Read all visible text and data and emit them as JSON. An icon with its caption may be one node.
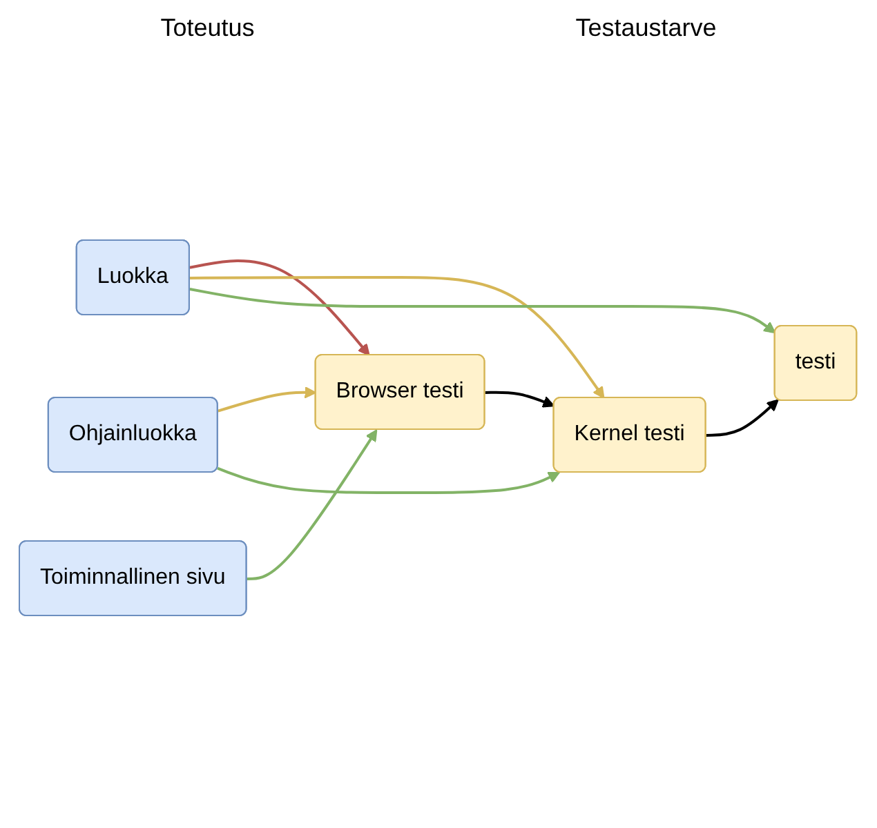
{
  "diagram": {
    "nodes": [
      {
        "text": [
          "Toiminnallinen sivu"
        ]
      },
      {
        "text": [
          "Ohjainluokka"
        ]
      },
      {
        "text": [
          "Luokka"
        ]
      },
      {
        "text": [
          "Browser testi"
        ]
      },
      {
        "text": [
          "Kernel testi"
        ]
      },
      {
        "text": [
          "testi"
        ]
      }
    ],
    "edges": [
      {
        "from": 0,
        "to": 3,
        "arrow": "to",
        "color": "#82b366"
      },
      {
        "from": 1,
        "to": 3,
        "arrow": "to",
        "color": "#d6b656"
      },
      {
        "from": 1,
        "to": 4,
        "arrow": "to",
        "color": "#82b366"
      },
      {
        "from": 2,
        "to": 3,
        "arrow": "to",
        "color": "#b85450"
      },
      {
        "from": 2,
        "to": 4,
        "arrow": "to",
        "color": "#d6b656"
      },
      {
        "from": 2,
        "to": 5,
        "arrow": "to",
        "color": "#82b366"
      },
      {
        "from": 3,
        "to": 4,
        "arrow": "to",
        "color": "#000000"
      },
      {
        "from": 4,
        "to": 5,
        "arrow": "to",
        "color": "#000000"
      }
    ],
    "labels": [
      "Toteutus",
      "Testaustarve"
    ]
  }
}
